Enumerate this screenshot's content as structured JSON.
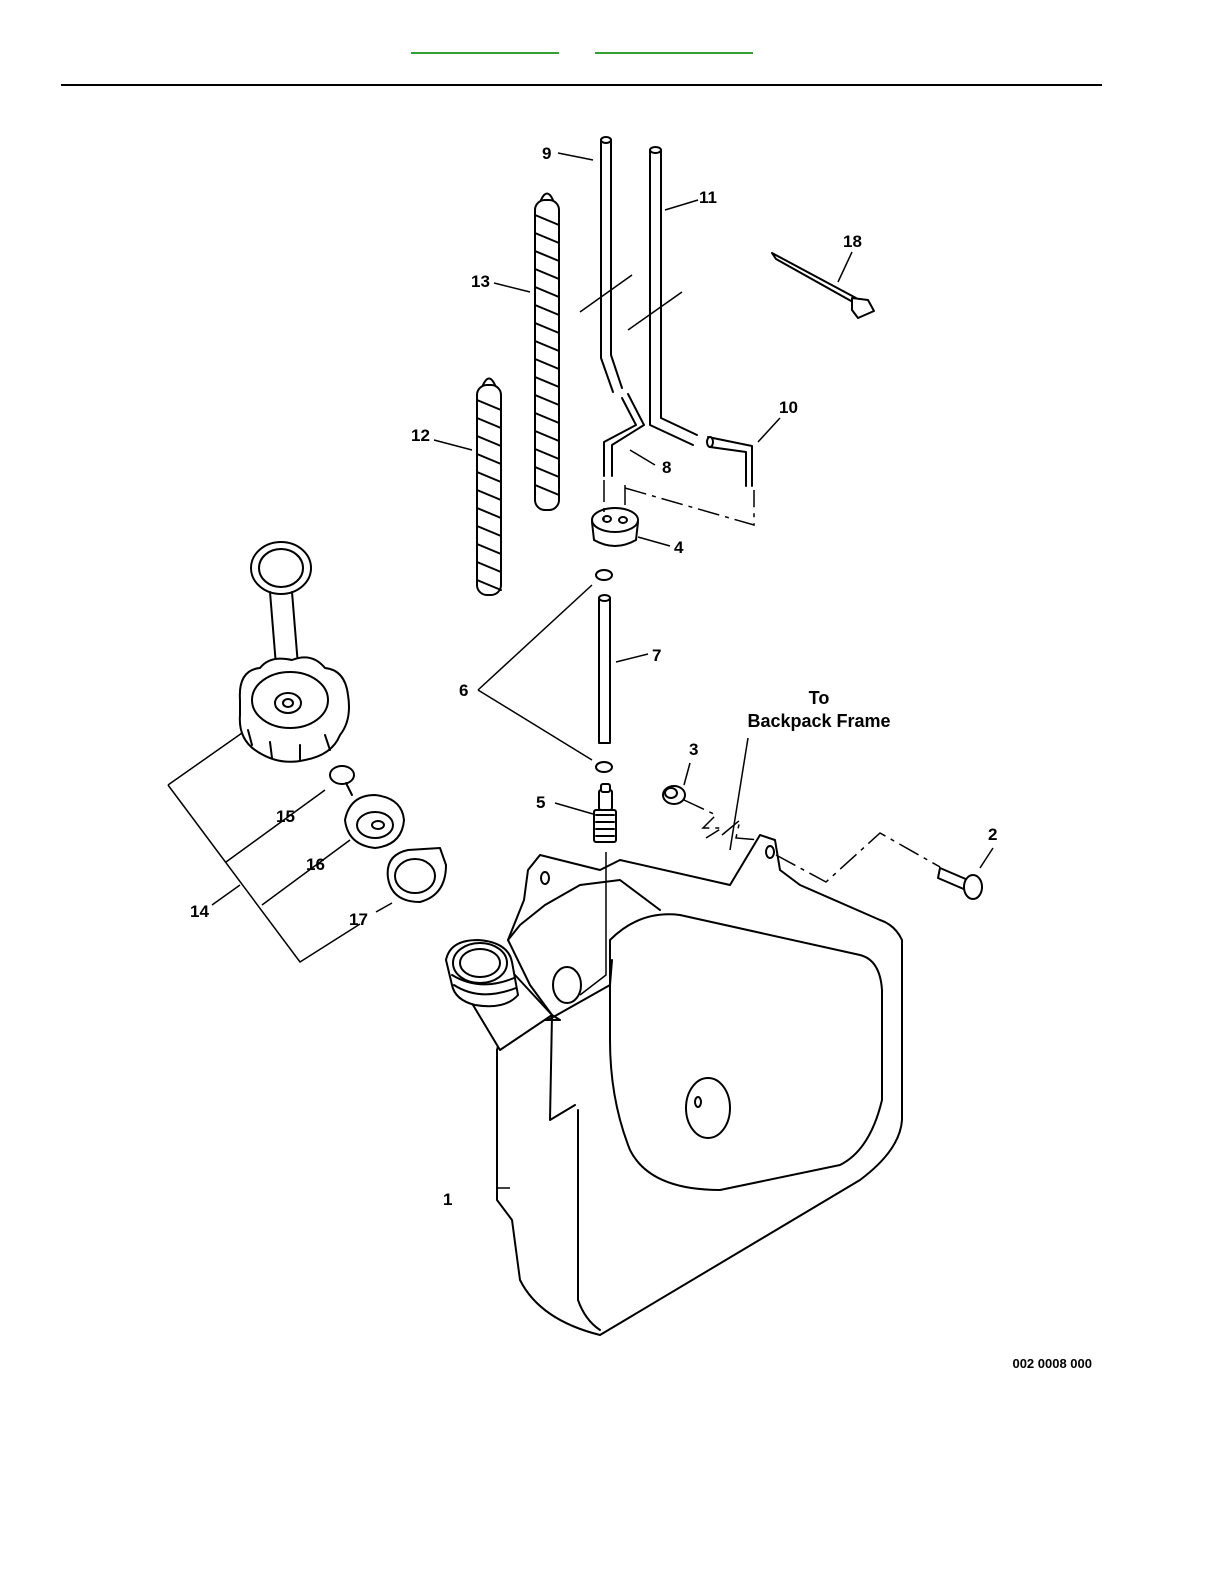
{
  "header": {
    "links": [
      "",
      ""
    ]
  },
  "callouts": {
    "c1": "1",
    "c2": "2",
    "c3": "3",
    "c4": "4",
    "c5": "5",
    "c6": "6",
    "c7": "7",
    "c8": "8",
    "c9": "9",
    "c10": "10",
    "c11": "11",
    "c12": "12",
    "c13": "13",
    "c14": "14",
    "c15": "15",
    "c16": "16",
    "c17": "17",
    "c18": "18"
  },
  "annotation": {
    "line1": "To",
    "line2": "Backpack Frame"
  },
  "figure_code": "002 0008 000",
  "colors": {
    "link_underline": "#33a033",
    "line_art": "#000000",
    "background": "#ffffff"
  }
}
